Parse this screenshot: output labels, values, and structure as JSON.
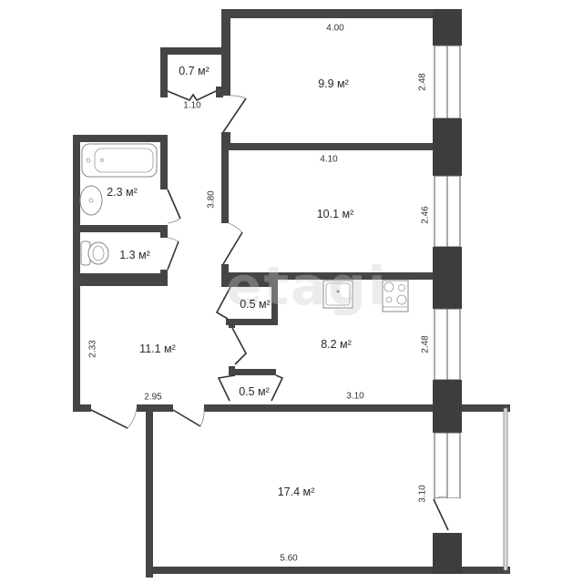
{
  "watermark": "etagi",
  "colors": {
    "wall": "#454545",
    "background": "#ffffff",
    "text": "#2a2a2a"
  },
  "rooms": [
    {
      "id": "bedroom-1",
      "area": "9.9 м²",
      "width_dim": "4.00",
      "height_dim": "2.48"
    },
    {
      "id": "bedroom-2",
      "area": "10.1 м²",
      "width_dim": "4.10",
      "height_dim": "2.46"
    },
    {
      "id": "storage-1",
      "area": "0.7 м²",
      "width_dim": "1.10"
    },
    {
      "id": "corridor",
      "length_dim": "3.80"
    },
    {
      "id": "bathroom",
      "area": "2.3 м²"
    },
    {
      "id": "toilet",
      "area": "1.3 м²"
    },
    {
      "id": "closet-upper",
      "area": "0.5 м²"
    },
    {
      "id": "kitchen",
      "area": "8.2 м²",
      "width_dim": "3.10",
      "height_dim": "2.48"
    },
    {
      "id": "closet-lower",
      "area": "0.5 м²"
    },
    {
      "id": "hall",
      "area": "11.1 м²",
      "width_dim": "2.95",
      "height_dim": "2.33"
    },
    {
      "id": "living-room",
      "area": "17.4 м²",
      "width_dim": "5.60",
      "height_dim": "3.10"
    }
  ]
}
